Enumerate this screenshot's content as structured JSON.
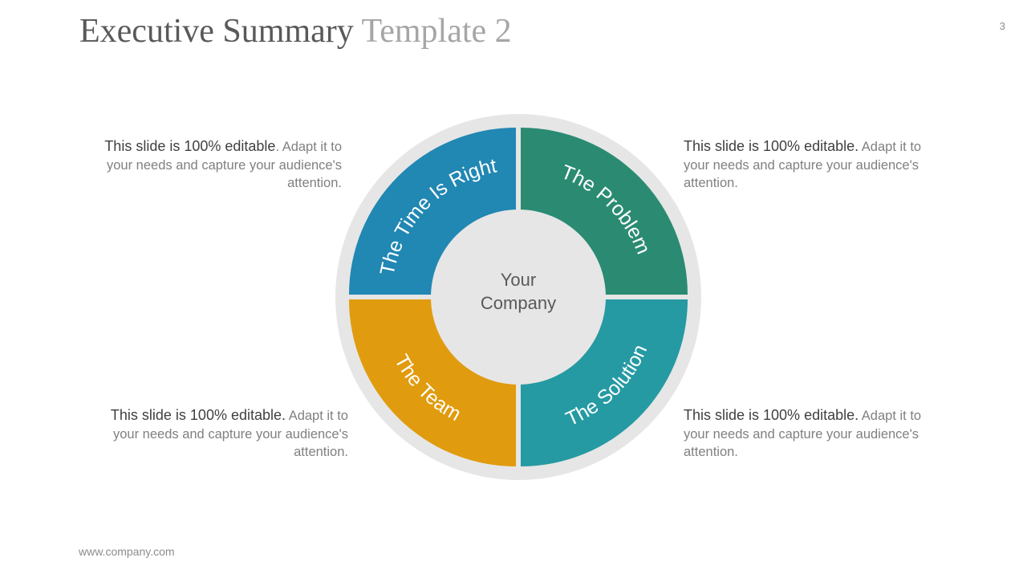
{
  "header": {
    "title_main": "Executive Summary",
    "title_sub": "Template 2",
    "page_number": "3"
  },
  "diagram": {
    "center": {
      "line1": "Your",
      "line2": "Company"
    },
    "segments": [
      {
        "label": "The Time Is Right",
        "color": "#2187b3"
      },
      {
        "label": "The Problem",
        "color": "#2a8b72"
      },
      {
        "label": "The Solution",
        "color": "#259aa3"
      },
      {
        "label": "The Team",
        "color": "#e09b0e"
      }
    ],
    "ring_color": "#e6e6e6",
    "hub_color": "#e6e6e6"
  },
  "descriptions": {
    "top_left": {
      "lead": "This slide is 100% editable",
      "rest": ". Adapt it to your needs and capture your audience's attention."
    },
    "top_right": {
      "lead": "This slide is 100% editable.",
      "rest": " Adapt it to your needs and capture your audience's attention."
    },
    "bottom_left": {
      "lead": "This slide is 100% editable.",
      "rest": " Adapt it to your needs and capture your audience's attention."
    },
    "bottom_right": {
      "lead": "This slide is 100% editable.",
      "rest": " Adapt it to your needs and capture your audience's attention."
    }
  },
  "footer": {
    "website": "www.company.com"
  }
}
